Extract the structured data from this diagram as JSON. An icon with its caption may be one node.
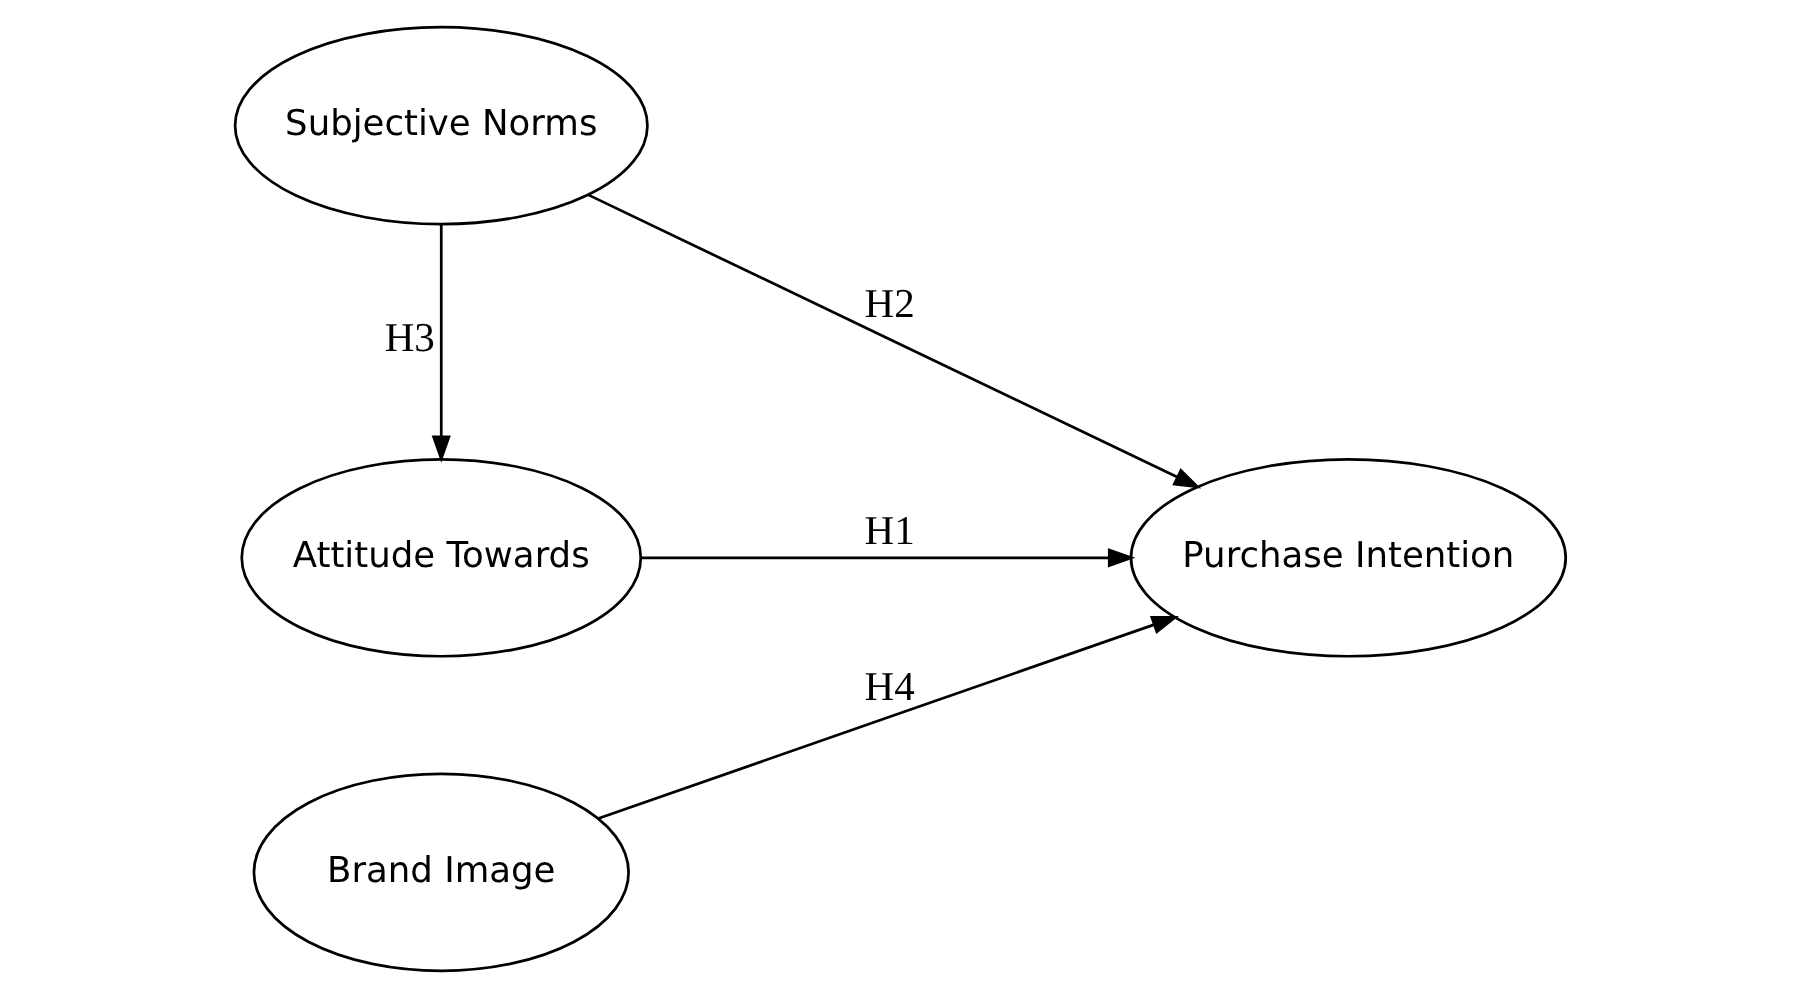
{
  "diagram": {
    "nodes": [
      {
        "text": [
          "Attitude Towards"
        ]
      },
      {
        "text": [
          "Subjective Norms"
        ]
      },
      {
        "text": [
          "Brand Image"
        ]
      },
      {
        "text": [
          "Purchase Intention"
        ]
      }
    ],
    "edges": [
      {
        "from": 0,
        "to": 3,
        "arrow": "to",
        "label": "H1"
      },
      {
        "from": 1,
        "to": 3,
        "arrow": "to",
        "label": "H2"
      },
      {
        "from": 1,
        "to": 0,
        "arrow": "to",
        "label": "H3"
      },
      {
        "from": 2,
        "to": 3,
        "arrow": "to",
        "label": "H4"
      }
    ]
  }
}
